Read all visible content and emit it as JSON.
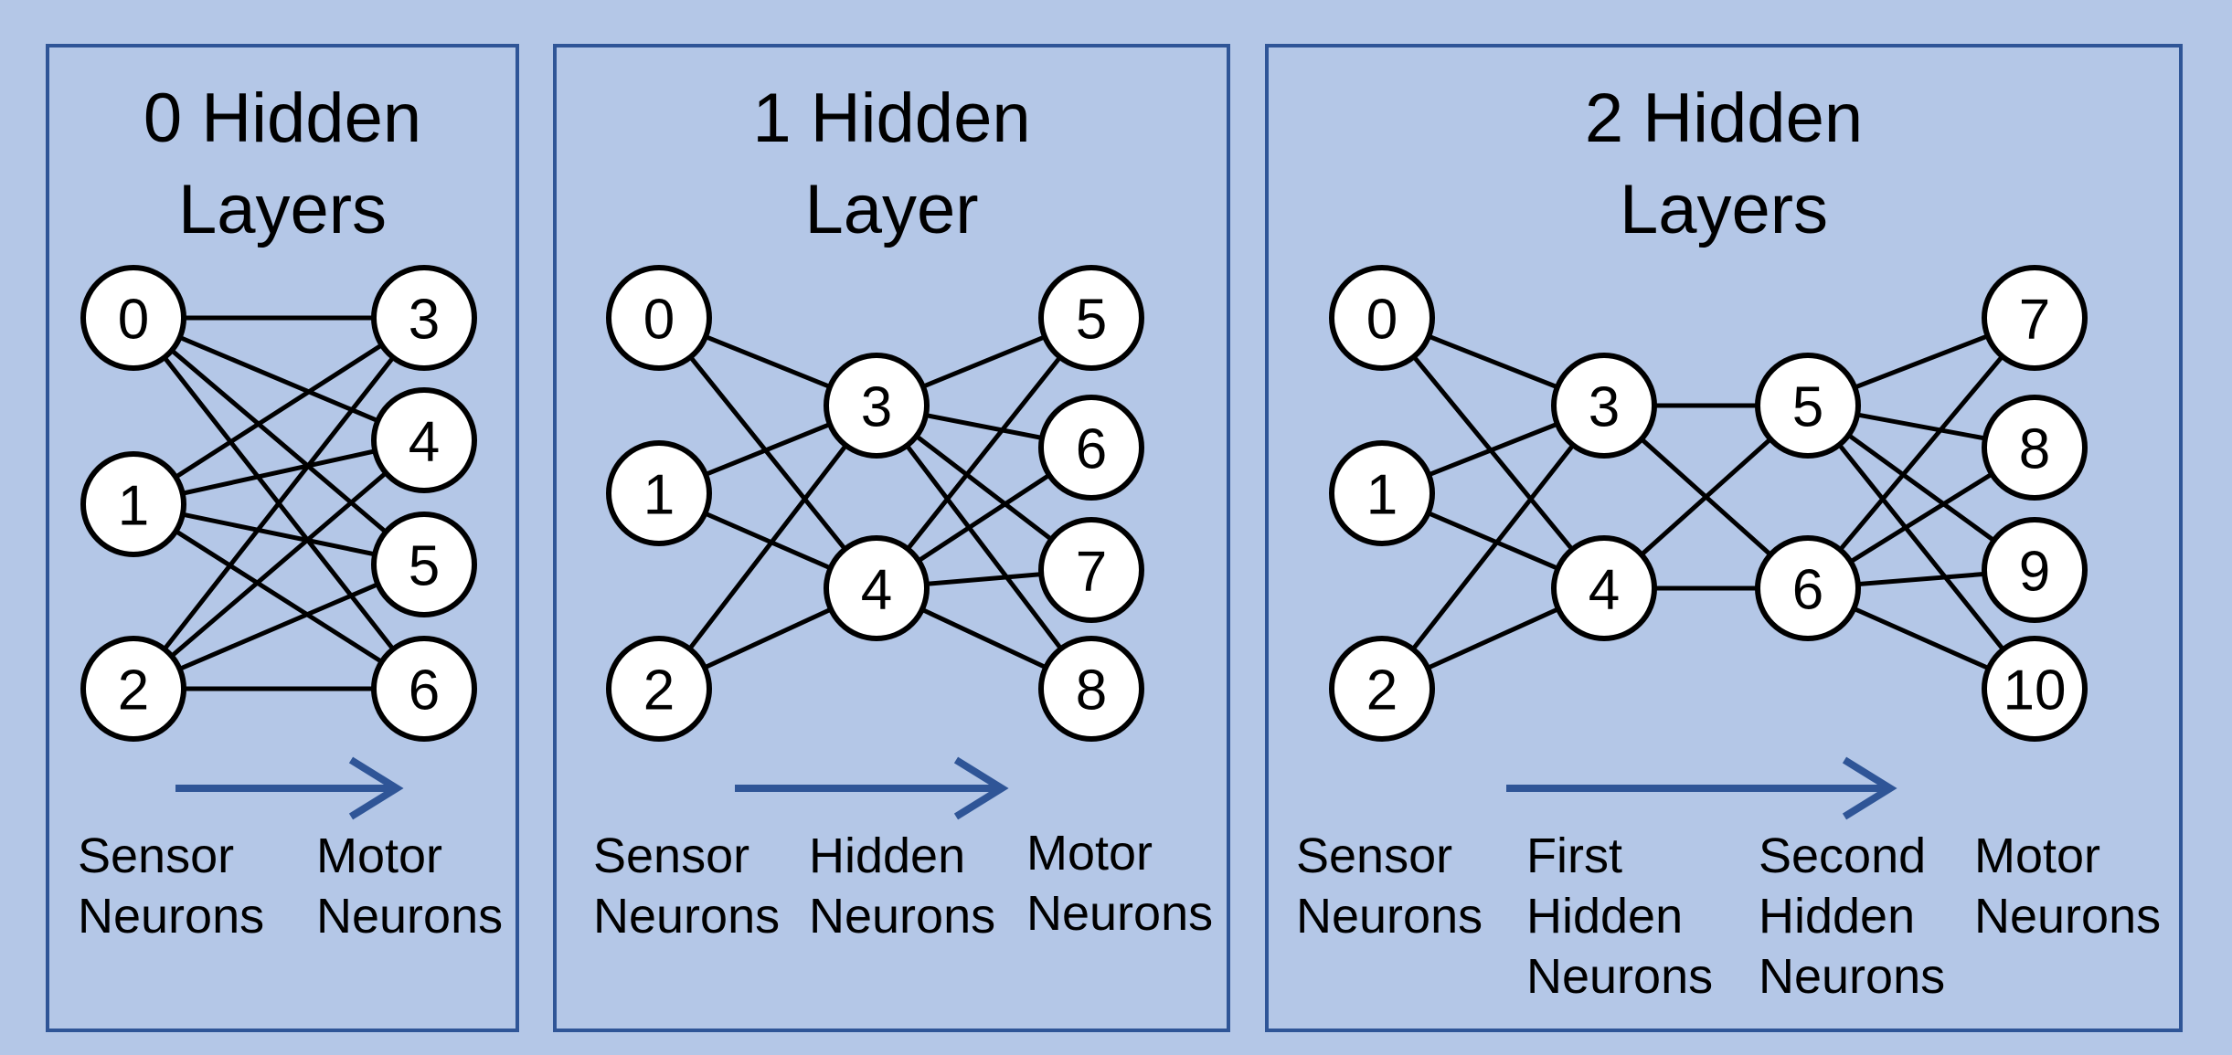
{
  "colors": {
    "background": "#b4c7e7",
    "panel_border": "#2f5597",
    "arrow": "#2f5597"
  },
  "panels": [
    {
      "title": "0 Hidden\nLayers",
      "labels": [
        "Sensor\nNeurons",
        "Motor\nNeurons"
      ],
      "nodes": [
        "0",
        "1",
        "2",
        "3",
        "4",
        "5",
        "6"
      ],
      "edges": [
        [
          "0",
          "3"
        ],
        [
          "0",
          "4"
        ],
        [
          "0",
          "5"
        ],
        [
          "0",
          "6"
        ],
        [
          "1",
          "3"
        ],
        [
          "1",
          "4"
        ],
        [
          "1",
          "5"
        ],
        [
          "1",
          "6"
        ],
        [
          "2",
          "3"
        ],
        [
          "2",
          "4"
        ],
        [
          "2",
          "5"
        ],
        [
          "2",
          "6"
        ]
      ]
    },
    {
      "title": "1 Hidden\nLayer",
      "labels": [
        "Sensor\nNeurons",
        "Hidden\nNeurons",
        "Motor\nNeurons"
      ],
      "nodes": [
        "0",
        "1",
        "2",
        "3",
        "4",
        "5",
        "6",
        "7",
        "8"
      ],
      "edges": [
        [
          "0",
          "3"
        ],
        [
          "0",
          "4"
        ],
        [
          "1",
          "3"
        ],
        [
          "1",
          "4"
        ],
        [
          "2",
          "3"
        ],
        [
          "2",
          "4"
        ],
        [
          "3",
          "5"
        ],
        [
          "3",
          "6"
        ],
        [
          "3",
          "7"
        ],
        [
          "3",
          "8"
        ],
        [
          "4",
          "5"
        ],
        [
          "4",
          "6"
        ],
        [
          "4",
          "7"
        ],
        [
          "4",
          "8"
        ]
      ]
    },
    {
      "title": "2 Hidden\nLayers",
      "labels": [
        "Sensor\nNeurons",
        "First\nHidden\nNeurons",
        "Second\nHidden\nNeurons",
        "Motor\nNeurons"
      ],
      "nodes": [
        "0",
        "1",
        "2",
        "3",
        "4",
        "5",
        "6",
        "7",
        "8",
        "9",
        "10"
      ],
      "edges": [
        [
          "0",
          "3"
        ],
        [
          "0",
          "4"
        ],
        [
          "1",
          "3"
        ],
        [
          "1",
          "4"
        ],
        [
          "2",
          "3"
        ],
        [
          "2",
          "4"
        ],
        [
          "3",
          "5"
        ],
        [
          "3",
          "6"
        ],
        [
          "4",
          "5"
        ],
        [
          "4",
          "6"
        ],
        [
          "5",
          "7"
        ],
        [
          "5",
          "8"
        ],
        [
          "5",
          "9"
        ],
        [
          "5",
          "10"
        ],
        [
          "6",
          "7"
        ],
        [
          "6",
          "8"
        ],
        [
          "6",
          "9"
        ],
        [
          "6",
          "10"
        ]
      ]
    }
  ]
}
